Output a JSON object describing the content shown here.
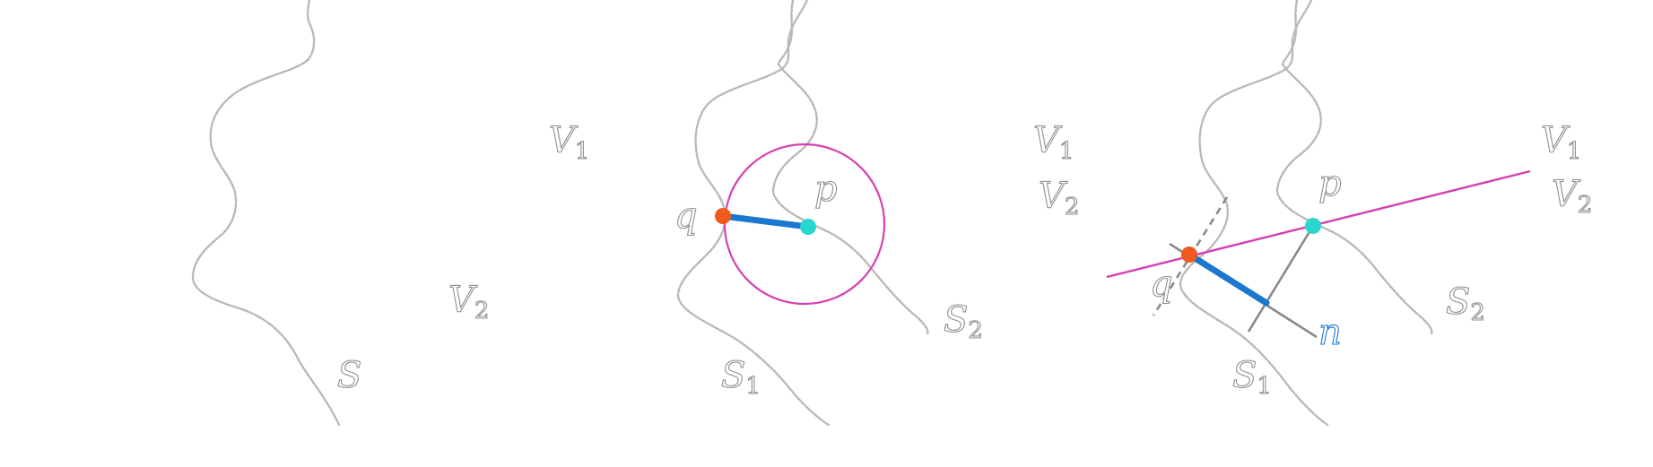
{
  "panels": [
    {
      "region_labels": [
        {
          "main": "V",
          "sub": "1"
        },
        {
          "main": "V",
          "sub": "2"
        }
      ],
      "surface_labels": [
        {
          "main": "S",
          "sub": ""
        }
      ]
    },
    {
      "region_labels": [
        {
          "main": "V",
          "sub": "1"
        },
        {
          "main": "V",
          "sub": "2"
        }
      ],
      "surface_labels": [
        {
          "main": "S",
          "sub": "1"
        },
        {
          "main": "S",
          "sub": "2"
        }
      ],
      "point_labels": {
        "q": "q",
        "p": "p"
      }
    },
    {
      "region_labels": [
        {
          "main": "V",
          "sub": "1"
        },
        {
          "main": "V",
          "sub": "2"
        }
      ],
      "surface_labels": [
        {
          "main": "S",
          "sub": "1"
        },
        {
          "main": "S",
          "sub": "2"
        }
      ],
      "point_labels": {
        "q": "q",
        "p": "p",
        "n": "n"
      }
    }
  ],
  "colors": {
    "point_q": "#f15a1f",
    "point_p": "#2ad6d0",
    "distance_segment": "#1a78d1",
    "circle_and_plane": "#d63fb0",
    "normal_line": "#8a8a8a",
    "surface": "#b9b9b9"
  }
}
